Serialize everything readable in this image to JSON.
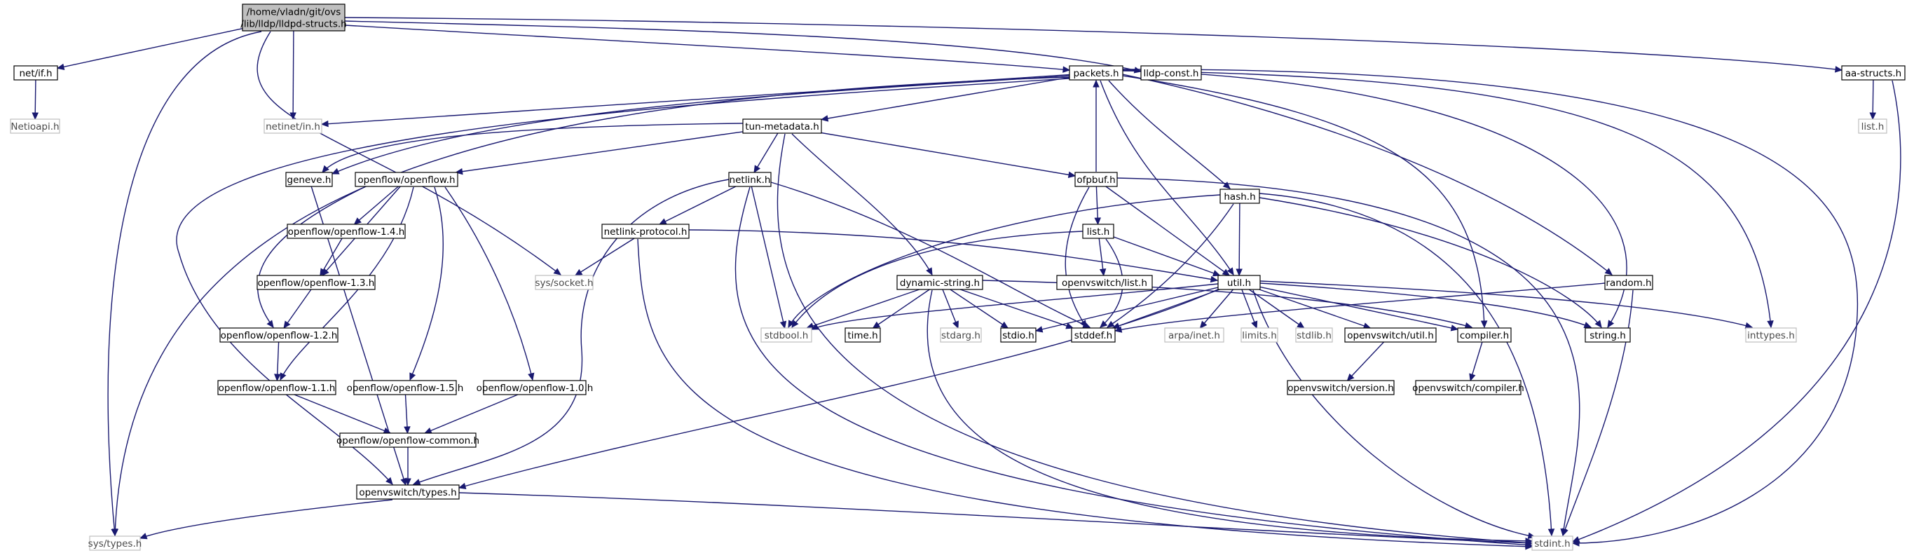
{
  "graph": {
    "edge_color": "#191970",
    "root_fill": "#bfbfbf",
    "system_header_border": "#bfbfbf",
    "nodes": [
      {
        "id": "root",
        "lines": [
          "/home/vladn/git/ovs",
          "/lib/lldp/lldpd-structs.h"
        ],
        "kind": "root"
      },
      {
        "id": "net_if",
        "lines": [
          "net/if.h"
        ],
        "kind": "local"
      },
      {
        "id": "netioapi",
        "lines": [
          "Netioapi.h"
        ],
        "kind": "system"
      },
      {
        "id": "netinet_in",
        "lines": [
          "netinet/in.h"
        ],
        "kind": "system"
      },
      {
        "id": "packets",
        "lines": [
          "packets.h"
        ],
        "kind": "local"
      },
      {
        "id": "lldp_const",
        "lines": [
          "lldp-const.h"
        ],
        "kind": "local"
      },
      {
        "id": "aa_structs",
        "lines": [
          "aa-structs.h"
        ],
        "kind": "local"
      },
      {
        "id": "list_h_sys",
        "lines": [
          "list.h"
        ],
        "kind": "system"
      },
      {
        "id": "tun_metadata",
        "lines": [
          "tun-metadata.h"
        ],
        "kind": "local"
      },
      {
        "id": "geneve",
        "lines": [
          "geneve.h"
        ],
        "kind": "local"
      },
      {
        "id": "openflow",
        "lines": [
          "openflow/openflow.h"
        ],
        "kind": "local"
      },
      {
        "id": "netlink",
        "lines": [
          "netlink.h"
        ],
        "kind": "local"
      },
      {
        "id": "ofpbuf",
        "lines": [
          "ofpbuf.h"
        ],
        "kind": "local"
      },
      {
        "id": "hash",
        "lines": [
          "hash.h"
        ],
        "kind": "local"
      },
      {
        "id": "of14",
        "lines": [
          "openflow/openflow-1.4.h"
        ],
        "kind": "local"
      },
      {
        "id": "netlink_protocol",
        "lines": [
          "netlink-protocol.h"
        ],
        "kind": "local"
      },
      {
        "id": "list_h",
        "lines": [
          "list.h"
        ],
        "kind": "local"
      },
      {
        "id": "sys_socket",
        "lines": [
          "sys/socket.h"
        ],
        "kind": "system"
      },
      {
        "id": "of13",
        "lines": [
          "openflow/openflow-1.3.h"
        ],
        "kind": "local"
      },
      {
        "id": "ovs_list",
        "lines": [
          "openvswitch/list.h"
        ],
        "kind": "local"
      },
      {
        "id": "dynamic_string",
        "lines": [
          "dynamic-string.h"
        ],
        "kind": "local"
      },
      {
        "id": "util",
        "lines": [
          "util.h"
        ],
        "kind": "local"
      },
      {
        "id": "random",
        "lines": [
          "random.h"
        ],
        "kind": "local"
      },
      {
        "id": "of12",
        "lines": [
          "openflow/openflow-1.2.h"
        ],
        "kind": "local"
      },
      {
        "id": "stdbool",
        "lines": [
          "stdbool.h"
        ],
        "kind": "system"
      },
      {
        "id": "time_h",
        "lines": [
          "time.h"
        ],
        "kind": "local"
      },
      {
        "id": "stdarg",
        "lines": [
          "stdarg.h"
        ],
        "kind": "system"
      },
      {
        "id": "stdio",
        "lines": [
          "stdio.h"
        ],
        "kind": "local"
      },
      {
        "id": "stddef",
        "lines": [
          "stddef.h"
        ],
        "kind": "local"
      },
      {
        "id": "arpa_inet",
        "lines": [
          "arpa/inet.h"
        ],
        "kind": "system"
      },
      {
        "id": "limits",
        "lines": [
          "limits.h"
        ],
        "kind": "system"
      },
      {
        "id": "stdlib",
        "lines": [
          "stdlib.h"
        ],
        "kind": "system"
      },
      {
        "id": "ovs_util",
        "lines": [
          "openvswitch/util.h"
        ],
        "kind": "local"
      },
      {
        "id": "compiler",
        "lines": [
          "compiler.h"
        ],
        "kind": "local"
      },
      {
        "id": "string_h",
        "lines": [
          "string.h"
        ],
        "kind": "local"
      },
      {
        "id": "inttypes",
        "lines": [
          "inttypes.h"
        ],
        "kind": "system"
      },
      {
        "id": "of11",
        "lines": [
          "openflow/openflow-1.1.h"
        ],
        "kind": "local"
      },
      {
        "id": "of15",
        "lines": [
          "openflow/openflow-1.5.h"
        ],
        "kind": "local"
      },
      {
        "id": "of10",
        "lines": [
          "openflow/openflow-1.0.h"
        ],
        "kind": "local"
      },
      {
        "id": "ovs_version",
        "lines": [
          "openvswitch/version.h"
        ],
        "kind": "local"
      },
      {
        "id": "ovs_compiler",
        "lines": [
          "openvswitch/compiler.h"
        ],
        "kind": "local"
      },
      {
        "id": "of_common",
        "lines": [
          "openflow/openflow-common.h"
        ],
        "kind": "local"
      },
      {
        "id": "ovs_types",
        "lines": [
          "openvswitch/types.h"
        ],
        "kind": "local"
      },
      {
        "id": "sys_types",
        "lines": [
          "sys/types.h"
        ],
        "kind": "system"
      },
      {
        "id": "stdint",
        "lines": [
          "stdint.h"
        ],
        "kind": "system"
      }
    ],
    "edges": [
      [
        "root",
        "net_if"
      ],
      [
        "root",
        "sys_types"
      ],
      [
        "root",
        "sys_socket"
      ],
      [
        "root",
        "netinet_in"
      ],
      [
        "root",
        "packets"
      ],
      [
        "root",
        "lldp_const"
      ],
      [
        "root",
        "aa_structs"
      ],
      [
        "net_if",
        "netioapi"
      ],
      [
        "aa_structs",
        "list_h_sys"
      ],
      [
        "aa_structs",
        "stdint"
      ],
      [
        "packets",
        "netinet_in"
      ],
      [
        "packets",
        "sys_types"
      ],
      [
        "packets",
        "tun_metadata"
      ],
      [
        "packets",
        "geneve"
      ],
      [
        "packets",
        "ovs_types"
      ],
      [
        "packets",
        "hash"
      ],
      [
        "packets",
        "util"
      ],
      [
        "packets",
        "random"
      ],
      [
        "packets",
        "string_h"
      ],
      [
        "packets",
        "inttypes"
      ],
      [
        "packets",
        "stdint"
      ],
      [
        "packets",
        "compiler"
      ],
      [
        "tun_metadata",
        "geneve"
      ],
      [
        "tun_metadata",
        "openflow"
      ],
      [
        "tun_metadata",
        "netlink"
      ],
      [
        "tun_metadata",
        "ofpbuf"
      ],
      [
        "tun_metadata",
        "dynamic_string"
      ],
      [
        "tun_metadata",
        "stdint"
      ],
      [
        "geneve",
        "ovs_types"
      ],
      [
        "openflow",
        "of14"
      ],
      [
        "openflow",
        "of13"
      ],
      [
        "openflow",
        "of12"
      ],
      [
        "openflow",
        "of11"
      ],
      [
        "openflow",
        "of15"
      ],
      [
        "openflow",
        "of10"
      ],
      [
        "of14",
        "of13"
      ],
      [
        "of13",
        "of12"
      ],
      [
        "of12",
        "of11"
      ],
      [
        "of11",
        "of_common"
      ],
      [
        "of15",
        "of_common"
      ],
      [
        "of10",
        "of_common"
      ],
      [
        "of_common",
        "ovs_types"
      ],
      [
        "ovs_types",
        "sys_types"
      ],
      [
        "ovs_types",
        "stdint"
      ],
      [
        "netlink",
        "netlink_protocol"
      ],
      [
        "netlink",
        "ovs_types"
      ],
      [
        "netlink",
        "stdbool"
      ],
      [
        "netlink",
        "stddef"
      ],
      [
        "netlink",
        "stdint"
      ],
      [
        "netlink_protocol",
        "sys_socket"
      ],
      [
        "netlink_protocol",
        "util"
      ],
      [
        "netlink_protocol",
        "stdint"
      ],
      [
        "ofpbuf",
        "packets"
      ],
      [
        "ofpbuf",
        "list_h"
      ],
      [
        "ofpbuf",
        "util"
      ],
      [
        "ofpbuf",
        "stddef"
      ],
      [
        "ofpbuf",
        "stdint"
      ],
      [
        "list_h",
        "ovs_list"
      ],
      [
        "list_h",
        "util"
      ],
      [
        "list_h",
        "stdbool"
      ],
      [
        "list_h",
        "stddef"
      ],
      [
        "hash",
        "util"
      ],
      [
        "hash",
        "stdbool"
      ],
      [
        "hash",
        "stddef"
      ],
      [
        "hash",
        "string_h"
      ],
      [
        "hash",
        "stdint"
      ],
      [
        "dynamic_string",
        "stdbool"
      ],
      [
        "dynamic_string",
        "time_h"
      ],
      [
        "dynamic_string",
        "stdarg"
      ],
      [
        "dynamic_string",
        "stdio"
      ],
      [
        "dynamic_string",
        "stddef"
      ],
      [
        "dynamic_string",
        "compiler"
      ],
      [
        "dynamic_string",
        "stdint"
      ],
      [
        "util",
        "stdbool"
      ],
      [
        "util",
        "stdio"
      ],
      [
        "util",
        "stddef"
      ],
      [
        "util",
        "arpa_inet"
      ],
      [
        "util",
        "limits"
      ],
      [
        "util",
        "stdlib"
      ],
      [
        "util",
        "ovs_util"
      ],
      [
        "util",
        "compiler"
      ],
      [
        "util",
        "string_h"
      ],
      [
        "util",
        "inttypes"
      ],
      [
        "util",
        "stdint"
      ],
      [
        "util",
        "ovs_types"
      ],
      [
        "random",
        "stddef"
      ],
      [
        "random",
        "stdint"
      ],
      [
        "ovs_util",
        "ovs_version"
      ],
      [
        "compiler",
        "ovs_compiler"
      ]
    ]
  }
}
